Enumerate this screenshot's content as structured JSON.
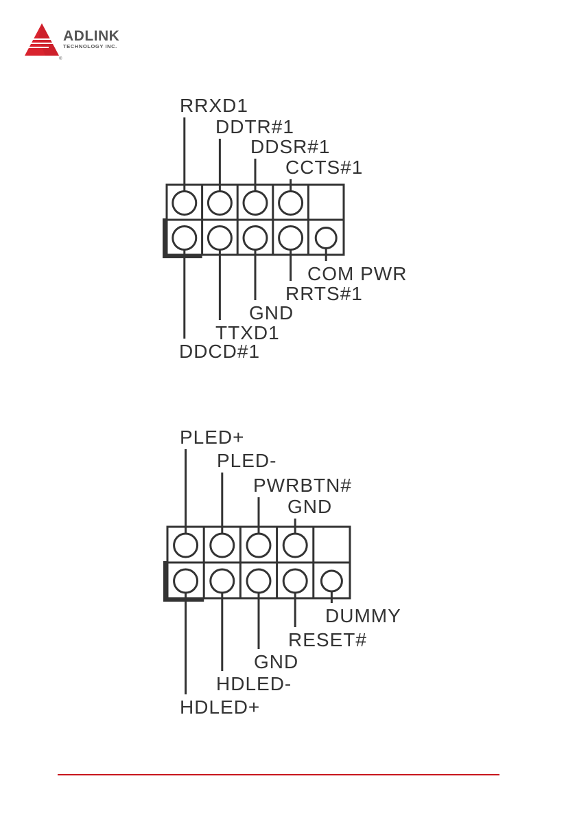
{
  "header": {
    "logo": {
      "icon": "adlink-triangle-logo-icon",
      "name": "ADLINK",
      "subtitle": "TECHNOLOGY INC.",
      "registered_mark": "®",
      "brand_color": "#d9232e",
      "text_color": "#555555"
    }
  },
  "diagrams": [
    {
      "id": "com-header",
      "columns": 5,
      "rows": 2,
      "top_row_pins": [
        "RRXD1",
        "DDTR#1",
        "DDSR#1",
        "CCTS#1",
        null
      ],
      "bottom_row_pins": [
        "DDCD#1",
        "TTXD1",
        "GND",
        "RRTS#1",
        "COM PWR"
      ],
      "pin1_marker": "bottom-left"
    },
    {
      "id": "front-panel-header",
      "columns": 5,
      "rows": 2,
      "top_row_pins": [
        "PLED+",
        "PLED-",
        "PWRBTN#",
        "GND",
        null
      ],
      "bottom_row_pins": [
        "HDLED+",
        "HDLED-",
        "GND",
        "RESET#",
        "DUMMY"
      ],
      "pin1_marker": "bottom-left"
    }
  ],
  "colors": {
    "line": "#333333",
    "footer_rule": "#c8161d"
  }
}
